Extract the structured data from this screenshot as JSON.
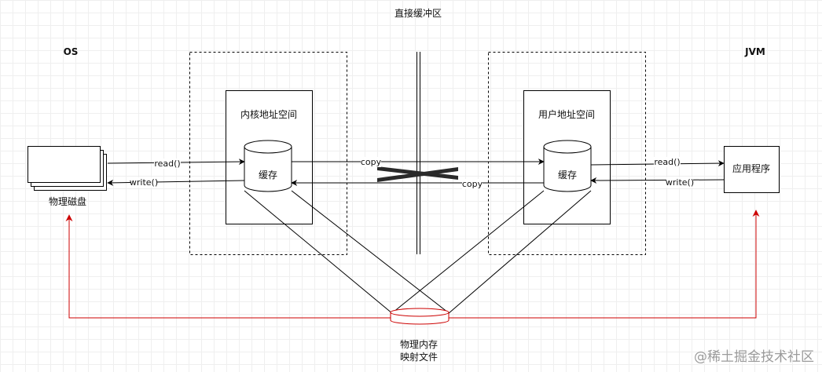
{
  "diagram": {
    "title": "直接缓冲区",
    "os_label": "OS",
    "jvm_label": "JVM",
    "kernel_space": {
      "label": "内核地址空间",
      "buffer": "缓存"
    },
    "user_space": {
      "label": "用户地址空间",
      "buffer": "缓存"
    },
    "disk": {
      "label": "物理磁盘"
    },
    "app": {
      "label": "应用程序"
    },
    "mmap": {
      "line1": "物理内存",
      "line2": "映射文件"
    },
    "edges": {
      "disk_read": "read()",
      "disk_write": "write()",
      "copy_to_user": "copy",
      "copy_to_kernel": "copy",
      "app_read": "read()",
      "app_write": "write()"
    },
    "colors": {
      "stroke": "#000000",
      "mapping": "#cc0000",
      "grid": "#efefef"
    }
  },
  "watermark": "@稀土掘金技术社区"
}
